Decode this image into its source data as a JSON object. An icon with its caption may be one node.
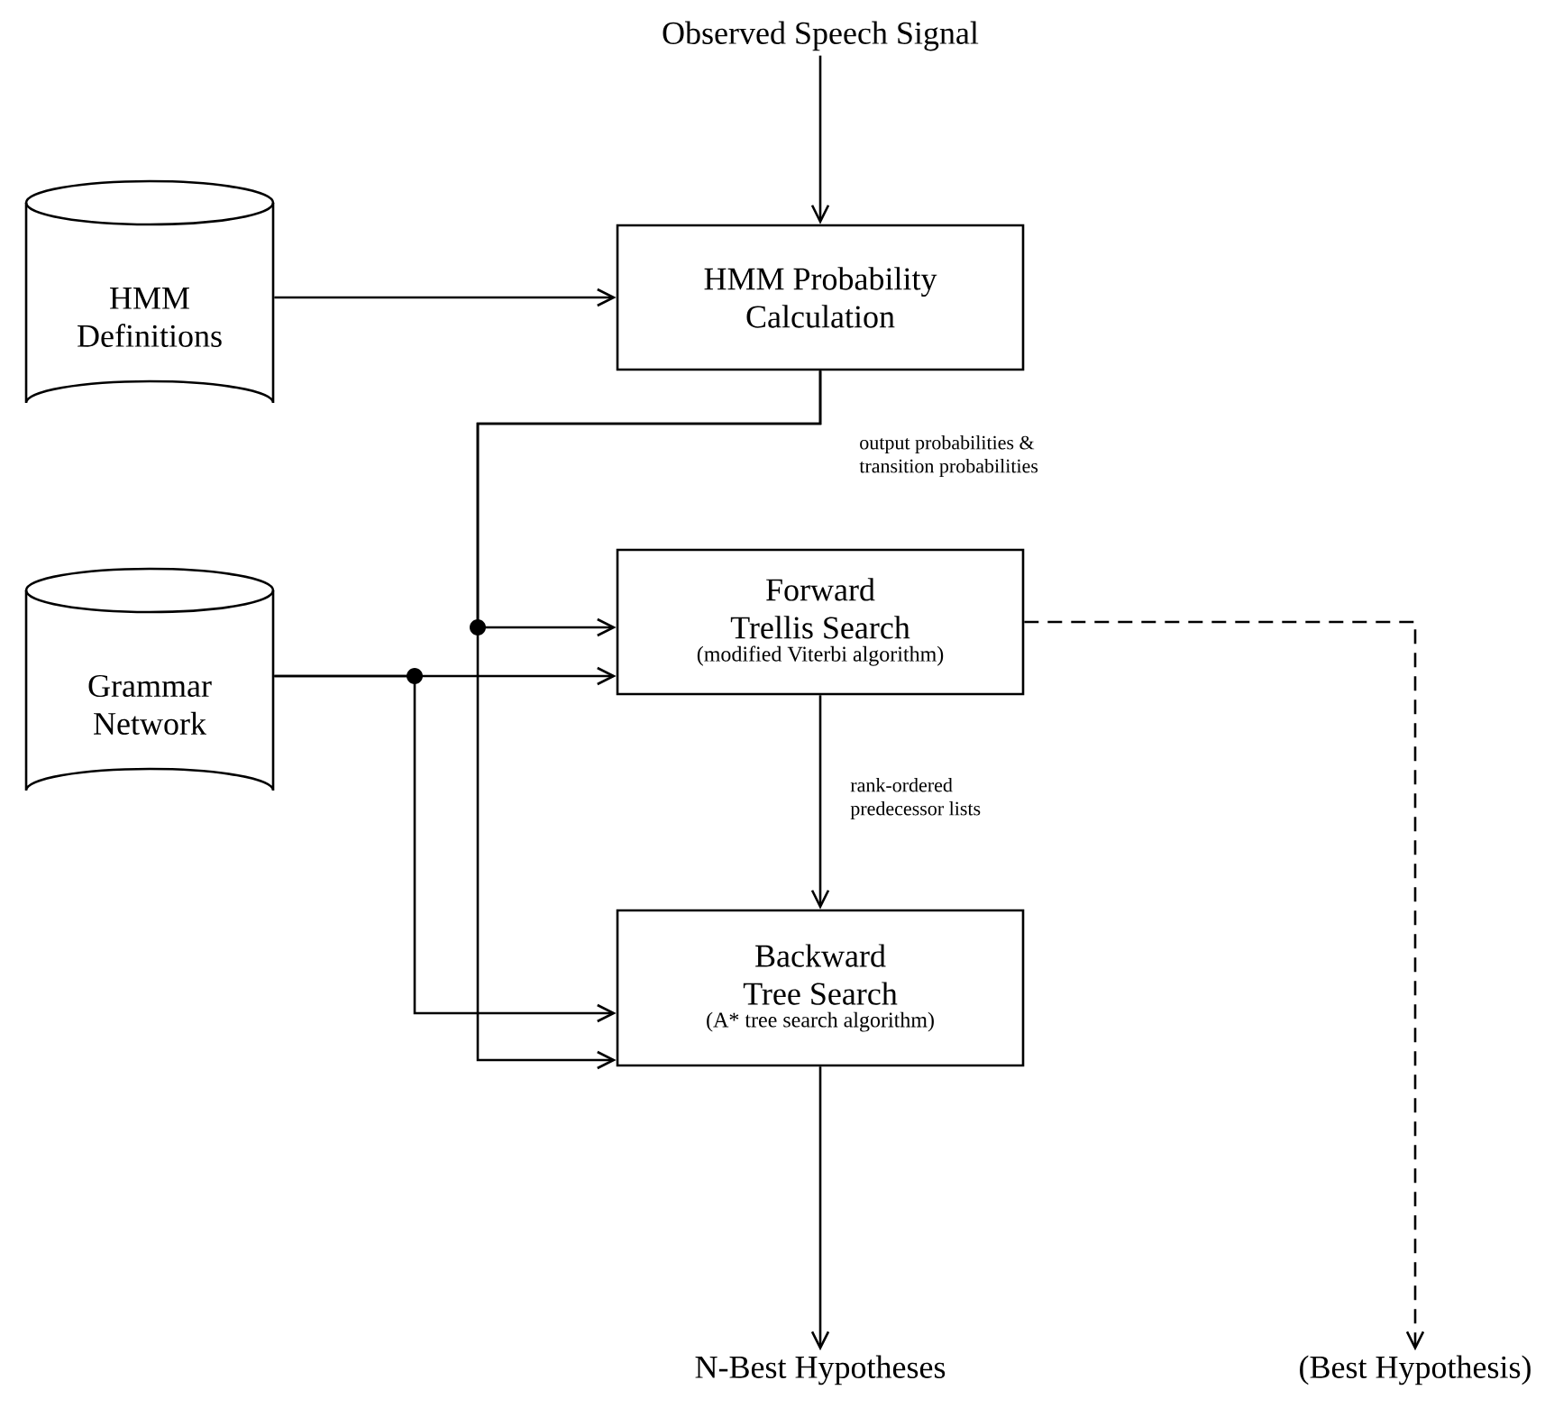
{
  "diagram": {
    "nodes": [
      {
        "text": [
          "Observed Speech Signal"
        ]
      },
      {
        "text": [
          "HMM Definitions"
        ]
      },
      {
        "text": [
          "HMM Probability Calculation"
        ]
      },
      {
        "text": [
          "Grammar Network"
        ]
      },
      {
        "text": [
          "Forward Trellis Search",
          "(modified Viterbi algorithm)"
        ]
      },
      {
        "text": [
          "Backward Tree Search",
          "(A* tree search algorithm)"
        ]
      },
      {
        "text": [
          "N-Best Hypotheses"
        ]
      },
      {
        "text": [
          "(Best Hypothesis)"
        ]
      }
    ],
    "edges": [
      {
        "from": 0,
        "to": 2,
        "arrow": "to"
      },
      {
        "from": 1,
        "to": 2,
        "arrow": "to"
      },
      {
        "from": 2,
        "to": 4,
        "arrow": "to",
        "label": "output probabilities & transition probabilities"
      },
      {
        "from": 2,
        "to": 5,
        "arrow": "to"
      },
      {
        "from": 3,
        "to": 4,
        "arrow": "to"
      },
      {
        "from": 3,
        "to": 5,
        "arrow": "to"
      },
      {
        "from": 4,
        "to": 5,
        "arrow": "to",
        "label": "rank-ordered predecessor lists"
      },
      {
        "from": 5,
        "to": 6,
        "arrow": "to"
      },
      {
        "from": 4,
        "to": 7,
        "arrow": "to",
        "style": "dashed"
      }
    ]
  }
}
